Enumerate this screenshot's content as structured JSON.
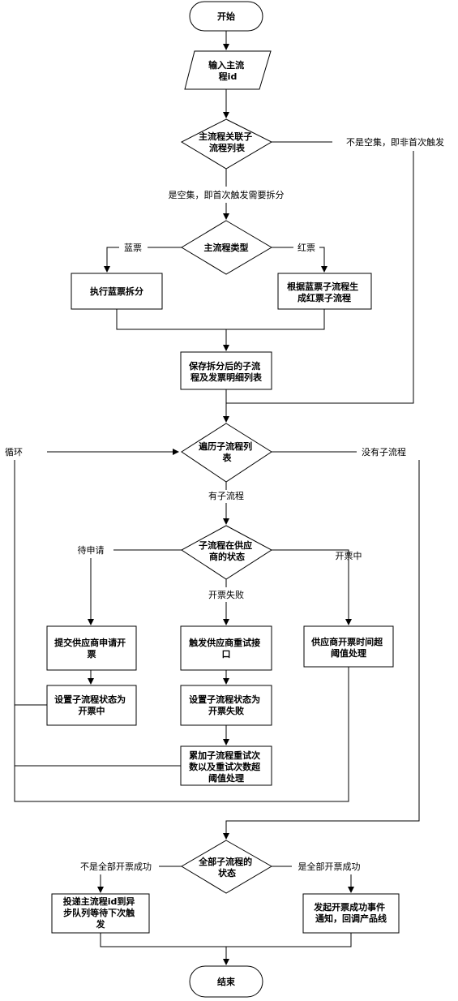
{
  "nodes": {
    "start": [
      "开始"
    ],
    "input": [
      "输入主流",
      "程id"
    ],
    "dec_sub_list": [
      "主流程关联子",
      "流程列表"
    ],
    "dec_type": [
      "主流程类型"
    ],
    "blue_split": [
      "执行蓝票拆分"
    ],
    "red_gen": [
      "根据蓝票子流程生",
      "成红票子流程"
    ],
    "save": [
      "保存拆分后的子流",
      "程及发票明细列表"
    ],
    "dec_loop": [
      "遍历子流程列",
      "表"
    ],
    "dec_status": [
      "子流程在供应",
      "商的状态"
    ],
    "submit": [
      "提交供应商申请开",
      "票"
    ],
    "set_inprog": [
      "设置子流程状态为",
      "开票中"
    ],
    "retry": [
      "触发供应商重试接",
      "口"
    ],
    "set_fail": [
      "设置子流程状态为",
      "开票失败"
    ],
    "accumulate": [
      "累加子流程重试次",
      "数以及重试次数超",
      "阈值处理"
    ],
    "timeout": [
      "供应商开票时间超",
      "阈值处理"
    ],
    "dec_all": [
      "全部子流程的",
      "状态"
    ],
    "post_mq": [
      "投递主流程id到异",
      "步队列等待下次触",
      "发"
    ],
    "notify": [
      "发起开票成功事件",
      "通知，回调产品线"
    ],
    "end": [
      "结束"
    ]
  },
  "edges": {
    "not_empty": "不是空集，即非首次触发",
    "empty": "是空集，即首次触发需要拆分",
    "blue": "蓝票",
    "red": "红票",
    "loop": "循环",
    "no_sub": "没有子流程",
    "has_sub": "有子流程",
    "pending": "待申请",
    "invoicing": "开票中",
    "failed": "开票失败",
    "not_all_success": "不是全部开票成功",
    "all_success": "是全部开票成功"
  }
}
